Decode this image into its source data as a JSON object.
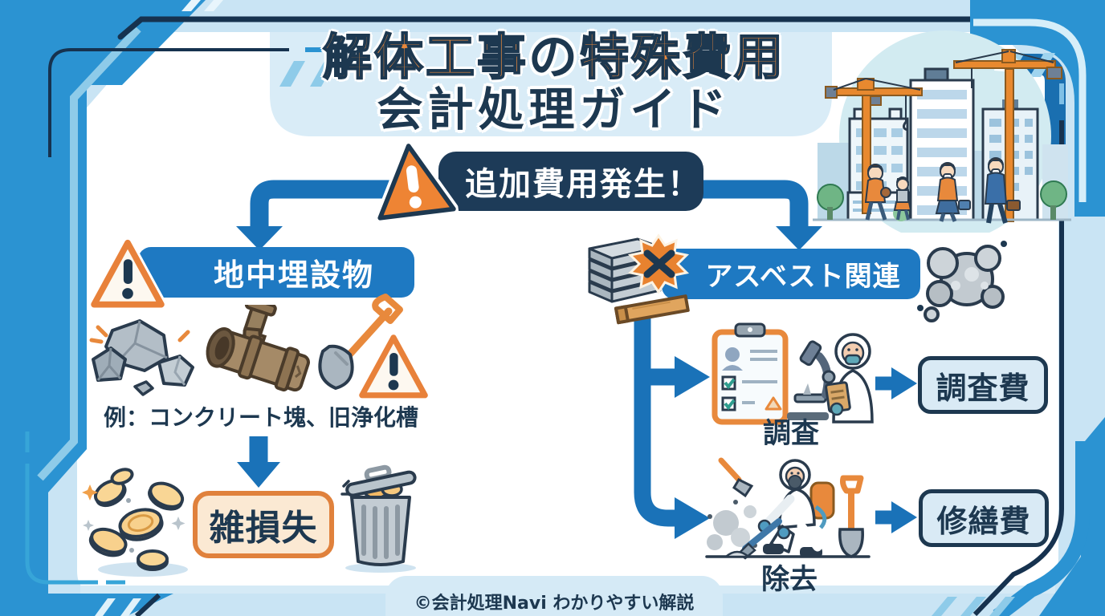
{
  "title": {
    "line1_part1": "解体工事",
    "line1_part2": "の",
    "line1_part3": "特殊費用",
    "line2": "会計処理ガイド"
  },
  "banner": {
    "label": "追加費用発生！"
  },
  "left_branch": {
    "header": "地中埋設物",
    "example": "例：コンクリート塊、旧浄化槽",
    "result": "雑損失"
  },
  "right_branch": {
    "header": "アスベスト関連",
    "steps": [
      {
        "label": "調査",
        "result": "調査費"
      },
      {
        "label": "除去",
        "result": "修繕費"
      }
    ]
  },
  "footer": {
    "credit": "©会計処理Navi わかりやすい解説"
  },
  "colors": {
    "accent_blue": "#1e79c2",
    "flow_blue": "#1a72b8",
    "navy": "#1d3850",
    "orange": "#ee8434",
    "light_band": "#d9ecf7",
    "result_box_fill": "#d9eaf5",
    "loss_box_fill": "#fbe9d3",
    "loss_box_border": "#e0813c"
  }
}
